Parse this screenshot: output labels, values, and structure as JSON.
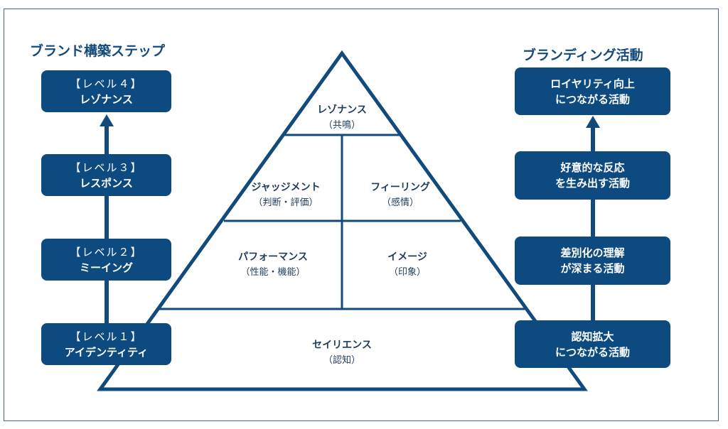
{
  "left_title": "ブランド構築ステップ",
  "right_title": "ブランディング活動",
  "levels": [
    {
      "level": "【レベル４】",
      "name": "レゾナンス"
    },
    {
      "level": "【レベル３】",
      "name": "レスポンス"
    },
    {
      "level": "【レベル２】",
      "name": "ミーイング"
    },
    {
      "level": "【レベル１】",
      "name": "アイデンティティ"
    }
  ],
  "activities": [
    {
      "line1": "ロイヤリティ向上",
      "line2": "につながる活動"
    },
    {
      "line1": "好意的な反応",
      "line2": "を生み出す活動"
    },
    {
      "line1": "差別化の理解",
      "line2": "が深まる活動"
    },
    {
      "line1": "認知拡大",
      "line2": "につながる活動"
    }
  ],
  "pyramid": {
    "resonance": {
      "name": "レゾナンス",
      "sub": "（共鳴）"
    },
    "judgment": {
      "name": "ジャッジメント",
      "sub": "（判断・評価）"
    },
    "feeling": {
      "name": "フィーリング",
      "sub": "（感情）"
    },
    "performance": {
      "name": "パフォーマンス",
      "sub": "（性能・機能）"
    },
    "image": {
      "name": "イメージ",
      "sub": "（印象）"
    },
    "salience": {
      "name": "セイリエンス",
      "sub": "（認知）"
    }
  },
  "colors": {
    "navy": "#0d4a80",
    "line": "#134a7c"
  }
}
